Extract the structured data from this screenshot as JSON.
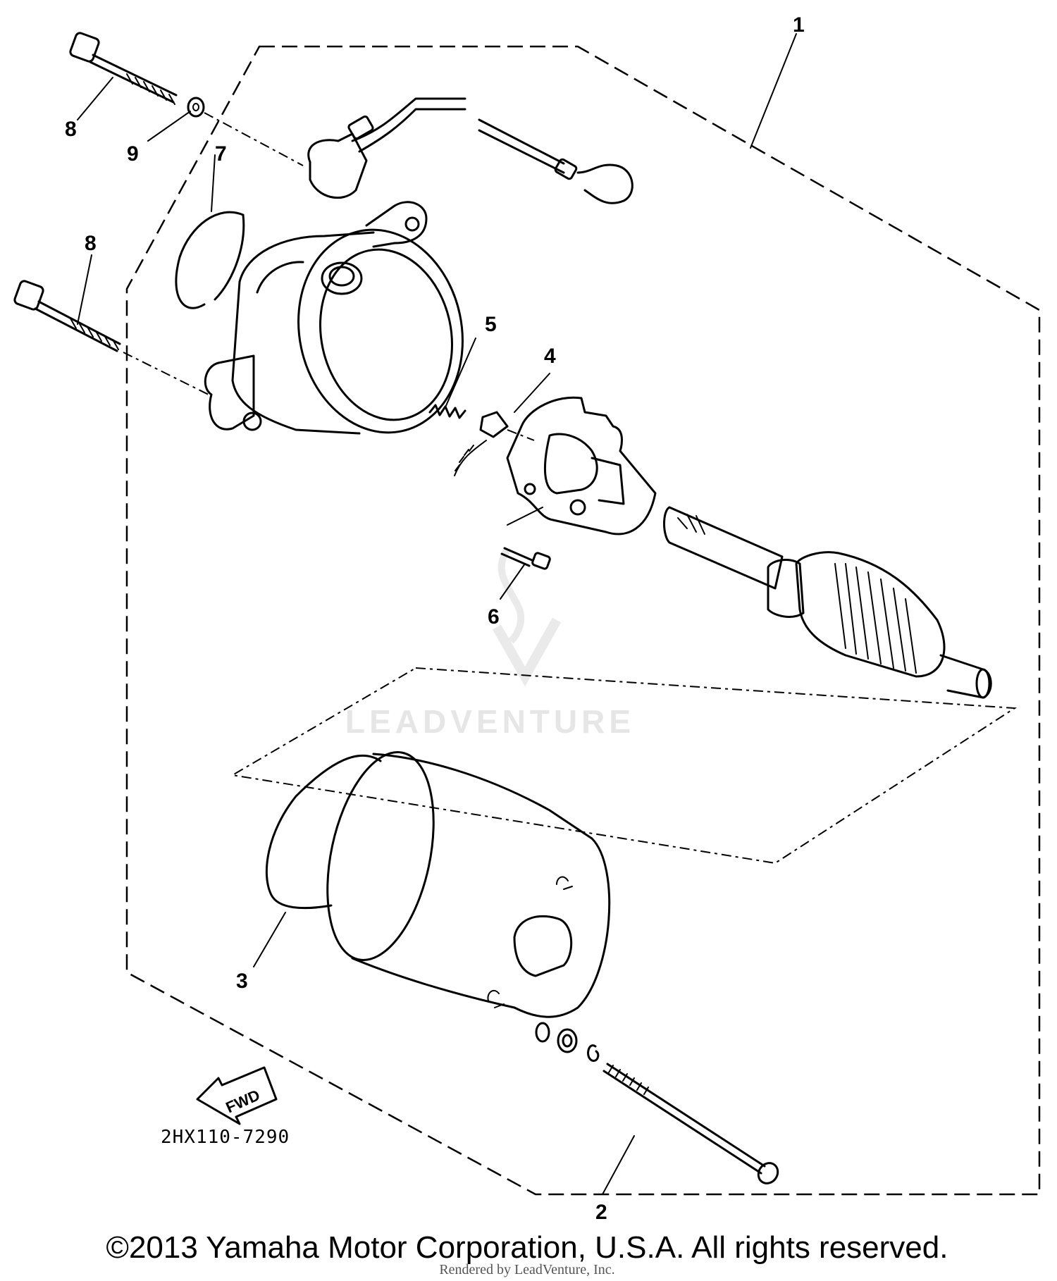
{
  "callouts": {
    "c1": "1",
    "c2": "2",
    "c3": "3",
    "c4": "4",
    "c5": "5",
    "c6": "6",
    "c7": "7",
    "c8a": "8",
    "c8b": "8",
    "c9": "9"
  },
  "fwd_label": "FWD",
  "part_code": "2HX110-7290",
  "watermark": "LEADVENTURE",
  "copyright": "©2013 Yamaha Motor Corporation, U.S.A. All rights reserved.",
  "rendered_by": "Rendered by LeadVenture, Inc."
}
